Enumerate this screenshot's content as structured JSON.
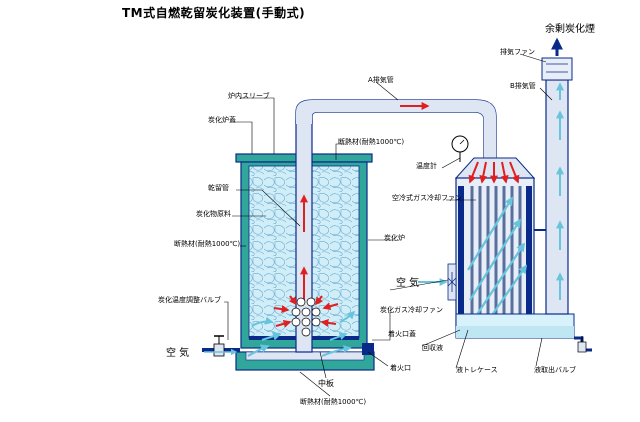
{
  "title": "TM式自燃乾留炭化装置(手動式)",
  "labels": {
    "exhaust_top": "余剰炭化煙",
    "exhaust_fan": "排気ファン",
    "b_exhaust_pipe": "B排気管",
    "a_exhaust_pipe": "A排気管",
    "furnace_sleeve": "炉内スリーブ",
    "furnace_wall": "炭化炉蓋",
    "insulation_top": "断熱材(耐熱1000℃)",
    "thermometer": "温度計",
    "dry_pipe": "乾留管",
    "air_cooling_fan": "空冷式ガス冷却ファン",
    "charcoal_material": "炭化物原料",
    "insulation_side": "断熱材(耐熱1000℃)",
    "furnace": "炭化炉",
    "air_left": "空 気",
    "air_right": "空 気",
    "temp_valve": "炭化温度調整バルブ",
    "gas_cooler": "炭化ガス冷却ファン",
    "ignition_cover": "着火口蓋",
    "recovery_liquid": "回収液",
    "middle_plate": "中板",
    "ignition_port": "着火口",
    "liquid_case": "液トレケース",
    "drain_valve": "液取出バルブ",
    "insulation_bottom": "断熱材(耐熱1000℃)"
  },
  "colors": {
    "steel_blue": "#0a2a8a",
    "teal": "#31a79b",
    "pipe_light": "#dde6f2",
    "stone": "#cfeef8",
    "stone_line": "#6fa8d0",
    "red_arrow": "#e02020",
    "air_arrow": "#66c4dc",
    "water": "#d7f2fa"
  }
}
